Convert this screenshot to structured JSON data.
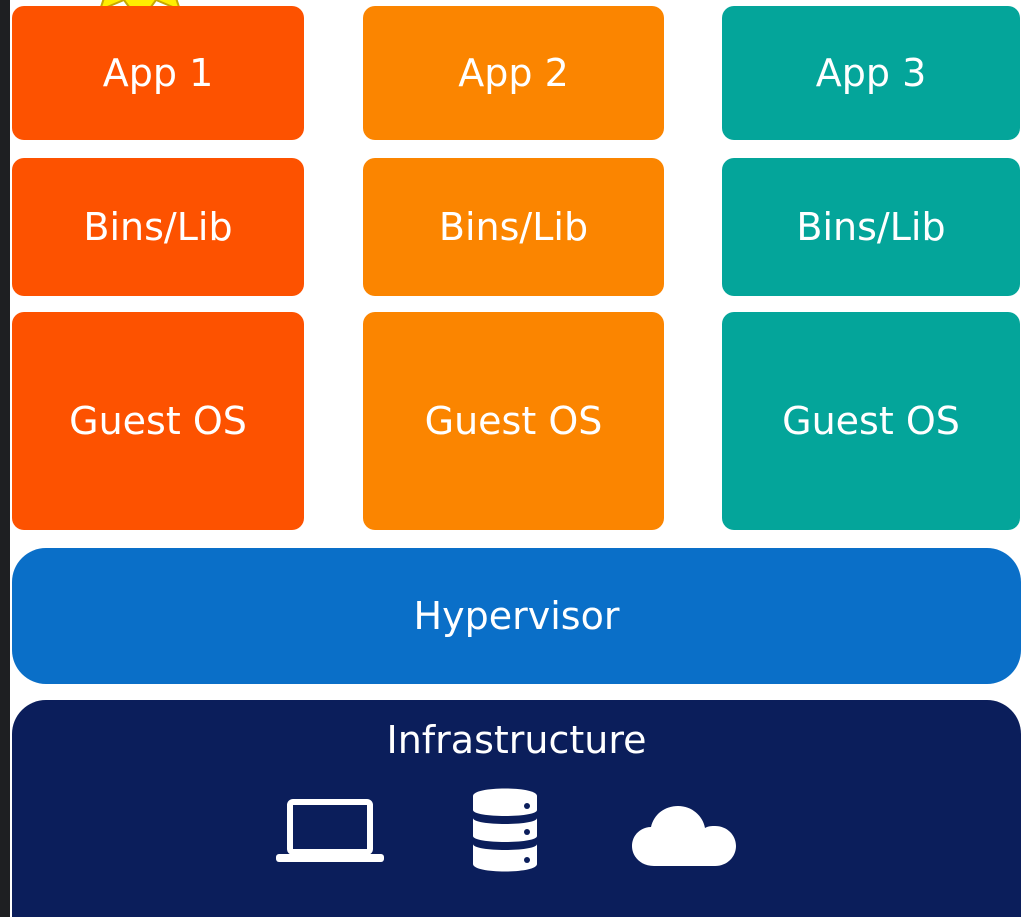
{
  "diagram": {
    "columns": [
      {
        "app": "App 1",
        "bins": "Bins/Lib",
        "os": "Guest OS",
        "color": "#fd5200"
      },
      {
        "app": "App 2",
        "bins": "Bins/Lib",
        "os": "Guest OS",
        "color": "#fb8500"
      },
      {
        "app": "App 3",
        "bins": "Bins/Lib",
        "os": "Guest OS",
        "color": "#04a59a"
      }
    ],
    "hypervisor": {
      "label": "Hypervisor",
      "color": "#0a6fc8"
    },
    "infrastructure": {
      "label": "Infrastructure",
      "color": "#0b1e5b",
      "icons": [
        "laptop-icon",
        "database-icon",
        "cloud-icon"
      ]
    },
    "decorations": {
      "sun_icon_color": "#ffee00",
      "background_color": "#ffffff",
      "frame_color": "#1e1f22"
    }
  }
}
